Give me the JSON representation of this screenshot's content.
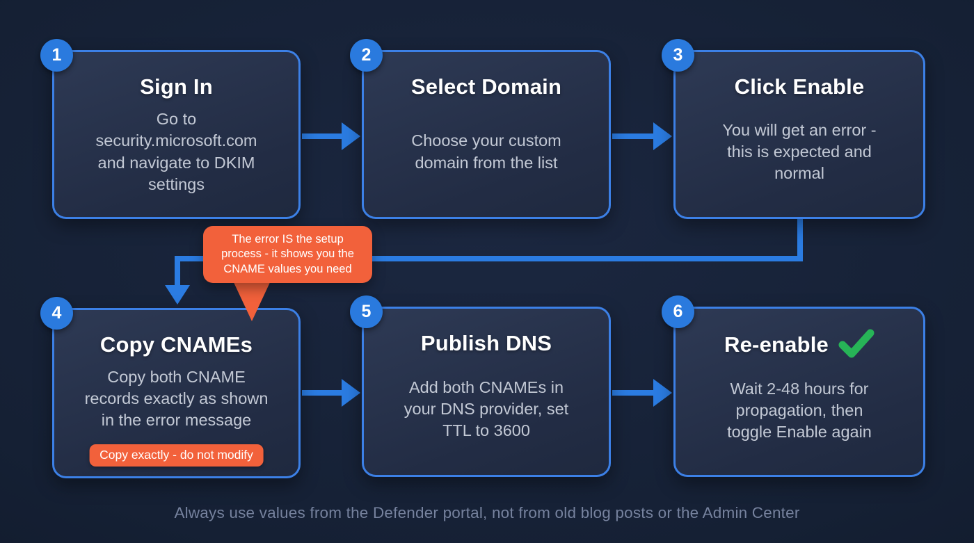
{
  "colors": {
    "background": "#141f33",
    "card_fill": "#2b3652",
    "card_border": "#3c80e6",
    "badge_blue": "#2a7ade",
    "arrow_blue": "#2b7ce2",
    "accent_orange": "#f2613b",
    "success_green": "#27b457",
    "title_text": "#ffffff",
    "body_text": "#c3c9d5",
    "footer_text": "#76829e"
  },
  "steps": [
    {
      "number": "1",
      "title": "Sign In",
      "body": "Go to\nsecurity.microsoft.com\nand navigate to DKIM\nsettings"
    },
    {
      "number": "2",
      "title": "Select Domain",
      "body": "Choose your custom\ndomain from the list"
    },
    {
      "number": "3",
      "title": "Click Enable",
      "body": "You will get an error -\nthis is expected and\nnormal"
    },
    {
      "number": "4",
      "title": "Copy CNAMEs",
      "body": "Copy both CNAME\nrecords exactly as shown\nin the error message",
      "badge": "Copy exactly - do not modify"
    },
    {
      "number": "5",
      "title": "Publish DNS",
      "body": "Add both CNAMEs in\nyour DNS provider, set\nTTL to 3600"
    },
    {
      "number": "6",
      "title": "Re-enable",
      "body": "Wait 2-48 hours for\npropagation, then\ntoggle Enable again",
      "check_icon": "✓"
    }
  ],
  "callout": {
    "text": "The error IS the setup\nprocess - it shows you the\nCNAME values you need"
  },
  "footer": {
    "text": "Always use values from the Defender portal, not from old blog posts or the Admin Center"
  }
}
